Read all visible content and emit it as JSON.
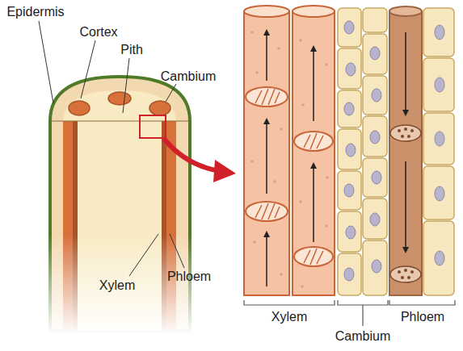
{
  "diagram": {
    "labels": [
      "Epidermis",
      "Cortex",
      "Pith",
      "Cambium",
      "Xylem",
      "Phloem",
      "Xylem",
      "Cambium",
      "Phloem"
    ]
  }
}
